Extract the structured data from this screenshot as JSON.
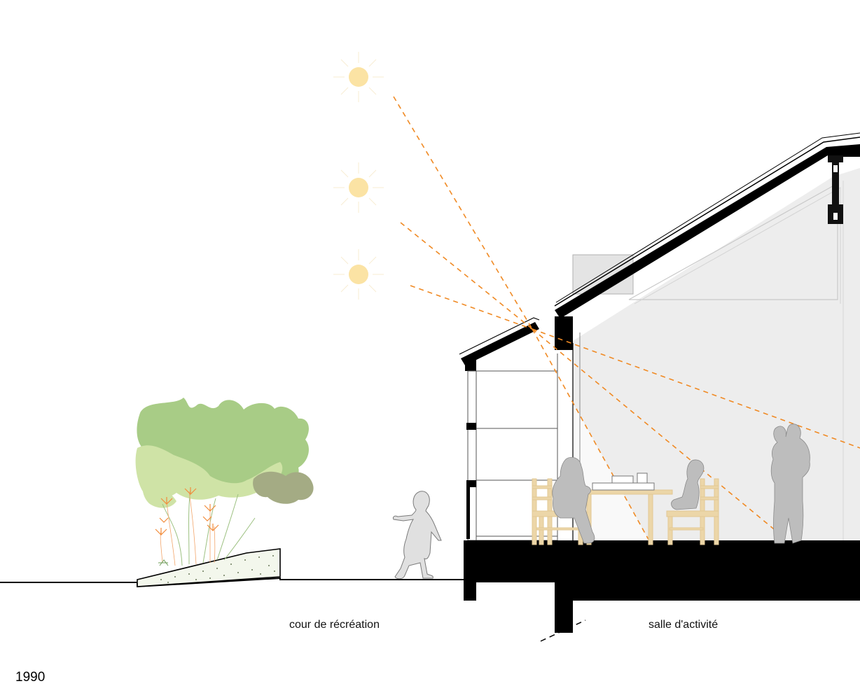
{
  "labels": {
    "playground": "cour de récréation",
    "activity_room": "salle d'activité",
    "year": "1990"
  },
  "colors": {
    "sun": "#fbe3a4",
    "sun_rays": "#f7ecd2",
    "light_path": "#f08a24",
    "wall_fill": "#000000",
    "interior_fill": "#ededed",
    "people_fill": "#bdbdbd",
    "furniture": "#ecd6a8",
    "foliage_light": "#cfe3a6",
    "foliage_mid": "#a8cc86",
    "foliage_dark": "#a4ab84",
    "flowers": "#f28c3b"
  },
  "icons": {
    "sun": "sun-icon",
    "child": "child-silhouette-icon",
    "adult": "adult-with-child-silhouette-icon",
    "tree": "shrub-icon"
  }
}
